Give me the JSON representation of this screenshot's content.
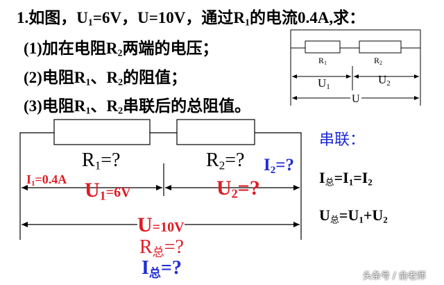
{
  "question": {
    "line1": {
      "pre": "1.如图，U",
      "s1": "1",
      "mid": "=6V，U=10V，通过R",
      "s2": "1",
      "post": "的电流0.4A,求："
    },
    "line2": {
      "pre": "(1)加在电阻R",
      "s1": "2",
      "post": "两端的电压；"
    },
    "line3": {
      "pre": "(2)电阻R",
      "s1": "1",
      "mid": "、R",
      "s2": "2",
      "post": "的阻值；"
    },
    "line4": {
      "pre": "(3)电阻R",
      "s1": "1",
      "mid": "、R",
      "s2": "2",
      "post": "串联后的总阻值。"
    }
  },
  "small_diagram": {
    "r1": "R",
    "r1_sub": "1",
    "r2": "R",
    "r2_sub": "2",
    "u1": "U",
    "u1_sub": "1",
    "u2": "U",
    "u2_sub": "2",
    "u": "U"
  },
  "large_diagram": {
    "r1_q": {
      "pre": "R",
      "sub": "1",
      "post": "=?"
    },
    "r2_q": {
      "pre": "R",
      "sub": "2",
      "post": "=?"
    },
    "i2_q": {
      "pre": "I",
      "sub": "2",
      "post": "=?"
    },
    "i1": {
      "pre": "I",
      "sub": "1",
      "post": "=0.4A"
    },
    "u1": {
      "pre": "U",
      "sub": "1",
      "post": "=6V"
    },
    "u2_q": {
      "pre": "U",
      "sub": "2",
      "post": "=?"
    },
    "u_total": {
      "pre": "U",
      "post": "=10V"
    },
    "r_total_q": {
      "pre": "R",
      "sub": "总",
      "post": "=?"
    },
    "i_total_q": {
      "pre": "I",
      "sub": "总",
      "post": "=?"
    }
  },
  "notes": {
    "series_title": "串联：",
    "rule1": {
      "a": "I",
      "a_sub": "总",
      "b": "=I",
      "b_sub": "1",
      "c": "=I",
      "c_sub": "2"
    },
    "rule2": {
      "a": "U",
      "a_sub": "总",
      "b": "=U",
      "b_sub": "1",
      "c": "+U",
      "c_sub": "2"
    }
  },
  "watermark": "头条号 / 俞老师",
  "colors": {
    "red": "#e01b24",
    "blue": "#1f2bd6"
  }
}
